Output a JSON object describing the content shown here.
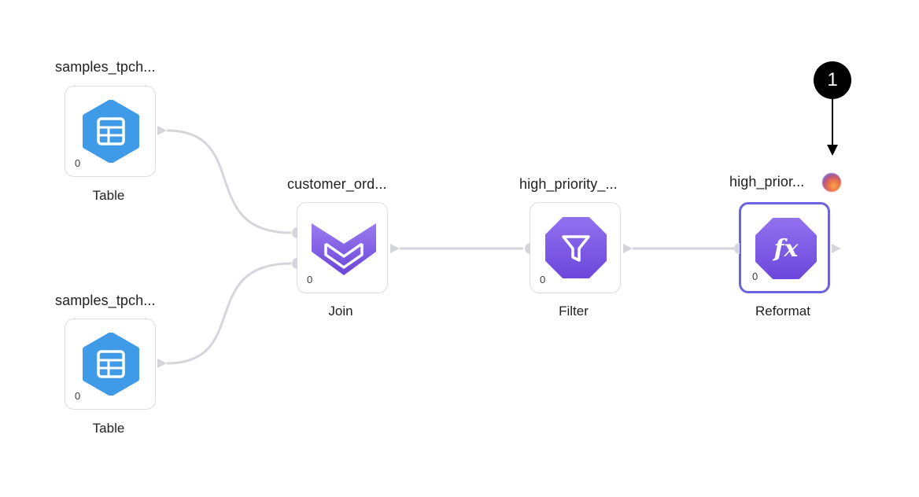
{
  "nodes": {
    "table_1": {
      "title": "samples_tpch...",
      "label": "Table",
      "count": "0"
    },
    "table_2": {
      "title": "samples_tpch...",
      "label": "Table",
      "count": "0"
    },
    "join": {
      "title": "customer_ord...",
      "label": "Join",
      "count": "0"
    },
    "filter": {
      "title": "high_priority_...",
      "label": "Filter",
      "count": "0"
    },
    "reformat": {
      "title": "high_prior...",
      "label": "Reformat",
      "count": "0",
      "icon_text": "fx"
    }
  },
  "callout": {
    "number": "1"
  },
  "colors": {
    "table_icon": "#3f9be8",
    "transform_icon": "#7a5be6",
    "selected_border": "#6b63e0",
    "edge": "#d5d6db",
    "card_border": "#dcdcdf"
  },
  "icons": {
    "table": "table-grid-icon",
    "join": "join-chevron-icon",
    "filter": "funnel-icon",
    "reformat": "fx-icon"
  }
}
